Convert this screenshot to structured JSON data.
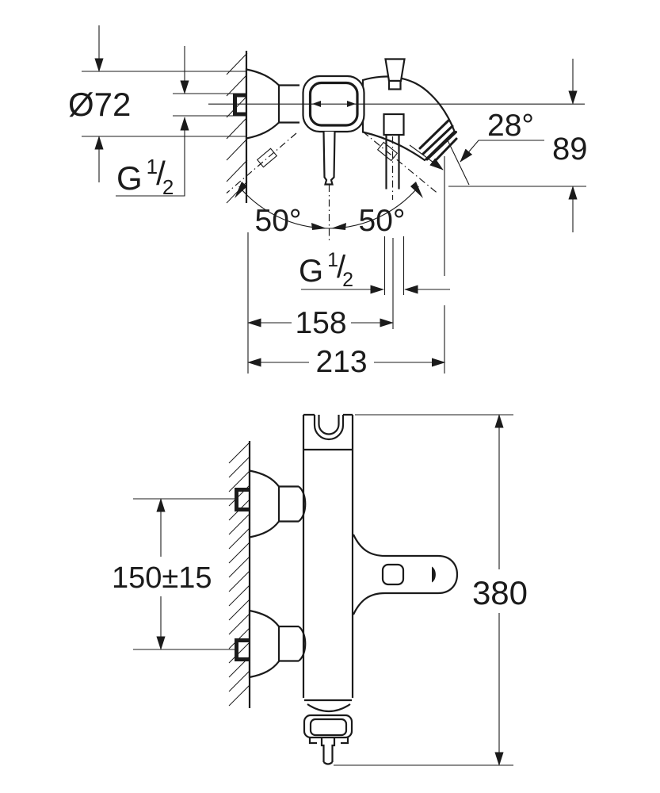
{
  "page": {
    "background": "#ffffff",
    "line_color": "#1b1b1b"
  },
  "drawing": {
    "dimensions": {
      "escutcheon_diameter": "Ø72",
      "wall_thread": {
        "prefix": "G",
        "sup": "1",
        "slash": "/",
        "sub": "2"
      },
      "spout_outlet_angle": "28°",
      "spout_height_drop": "89",
      "lever_swing_left": "50°",
      "lever_swing_right": "50°",
      "hose_thread": {
        "prefix": "G",
        "sup": "1",
        "slash": "/",
        "sub": "2"
      },
      "wall_to_hose_outlet": "158",
      "wall_to_spout_tip": "213",
      "inlet_centre_distance": "150±15",
      "overall_height": "380"
    }
  }
}
